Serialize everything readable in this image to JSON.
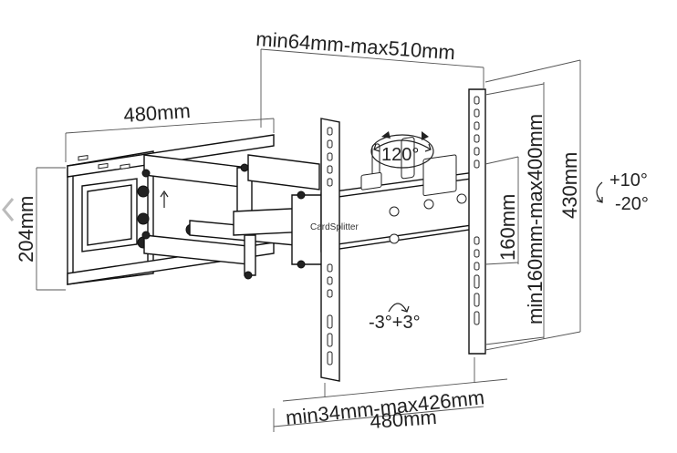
{
  "labels": {
    "top_range": "min64mm-max510mm",
    "wall_width": "480mm",
    "wall_height": "204mm",
    "swivel": "120°",
    "vertical_range": "min160mm-max400mm",
    "vertical_min": "160mm",
    "total_height": "430mm",
    "tilt_up": "+10°",
    "tilt_down": "-20°",
    "rotation": "-3°+3°",
    "bottom_range": "min34mm-max426mm",
    "bottom_width": "480mm",
    "watermark": "CardSplitter"
  },
  "icons": {
    "nav": "chevron-left-icon",
    "tilt": "curved-arrow-icon",
    "swivel": "swivel-arrows-icon",
    "rotation": "rotate-arrow-icon"
  }
}
